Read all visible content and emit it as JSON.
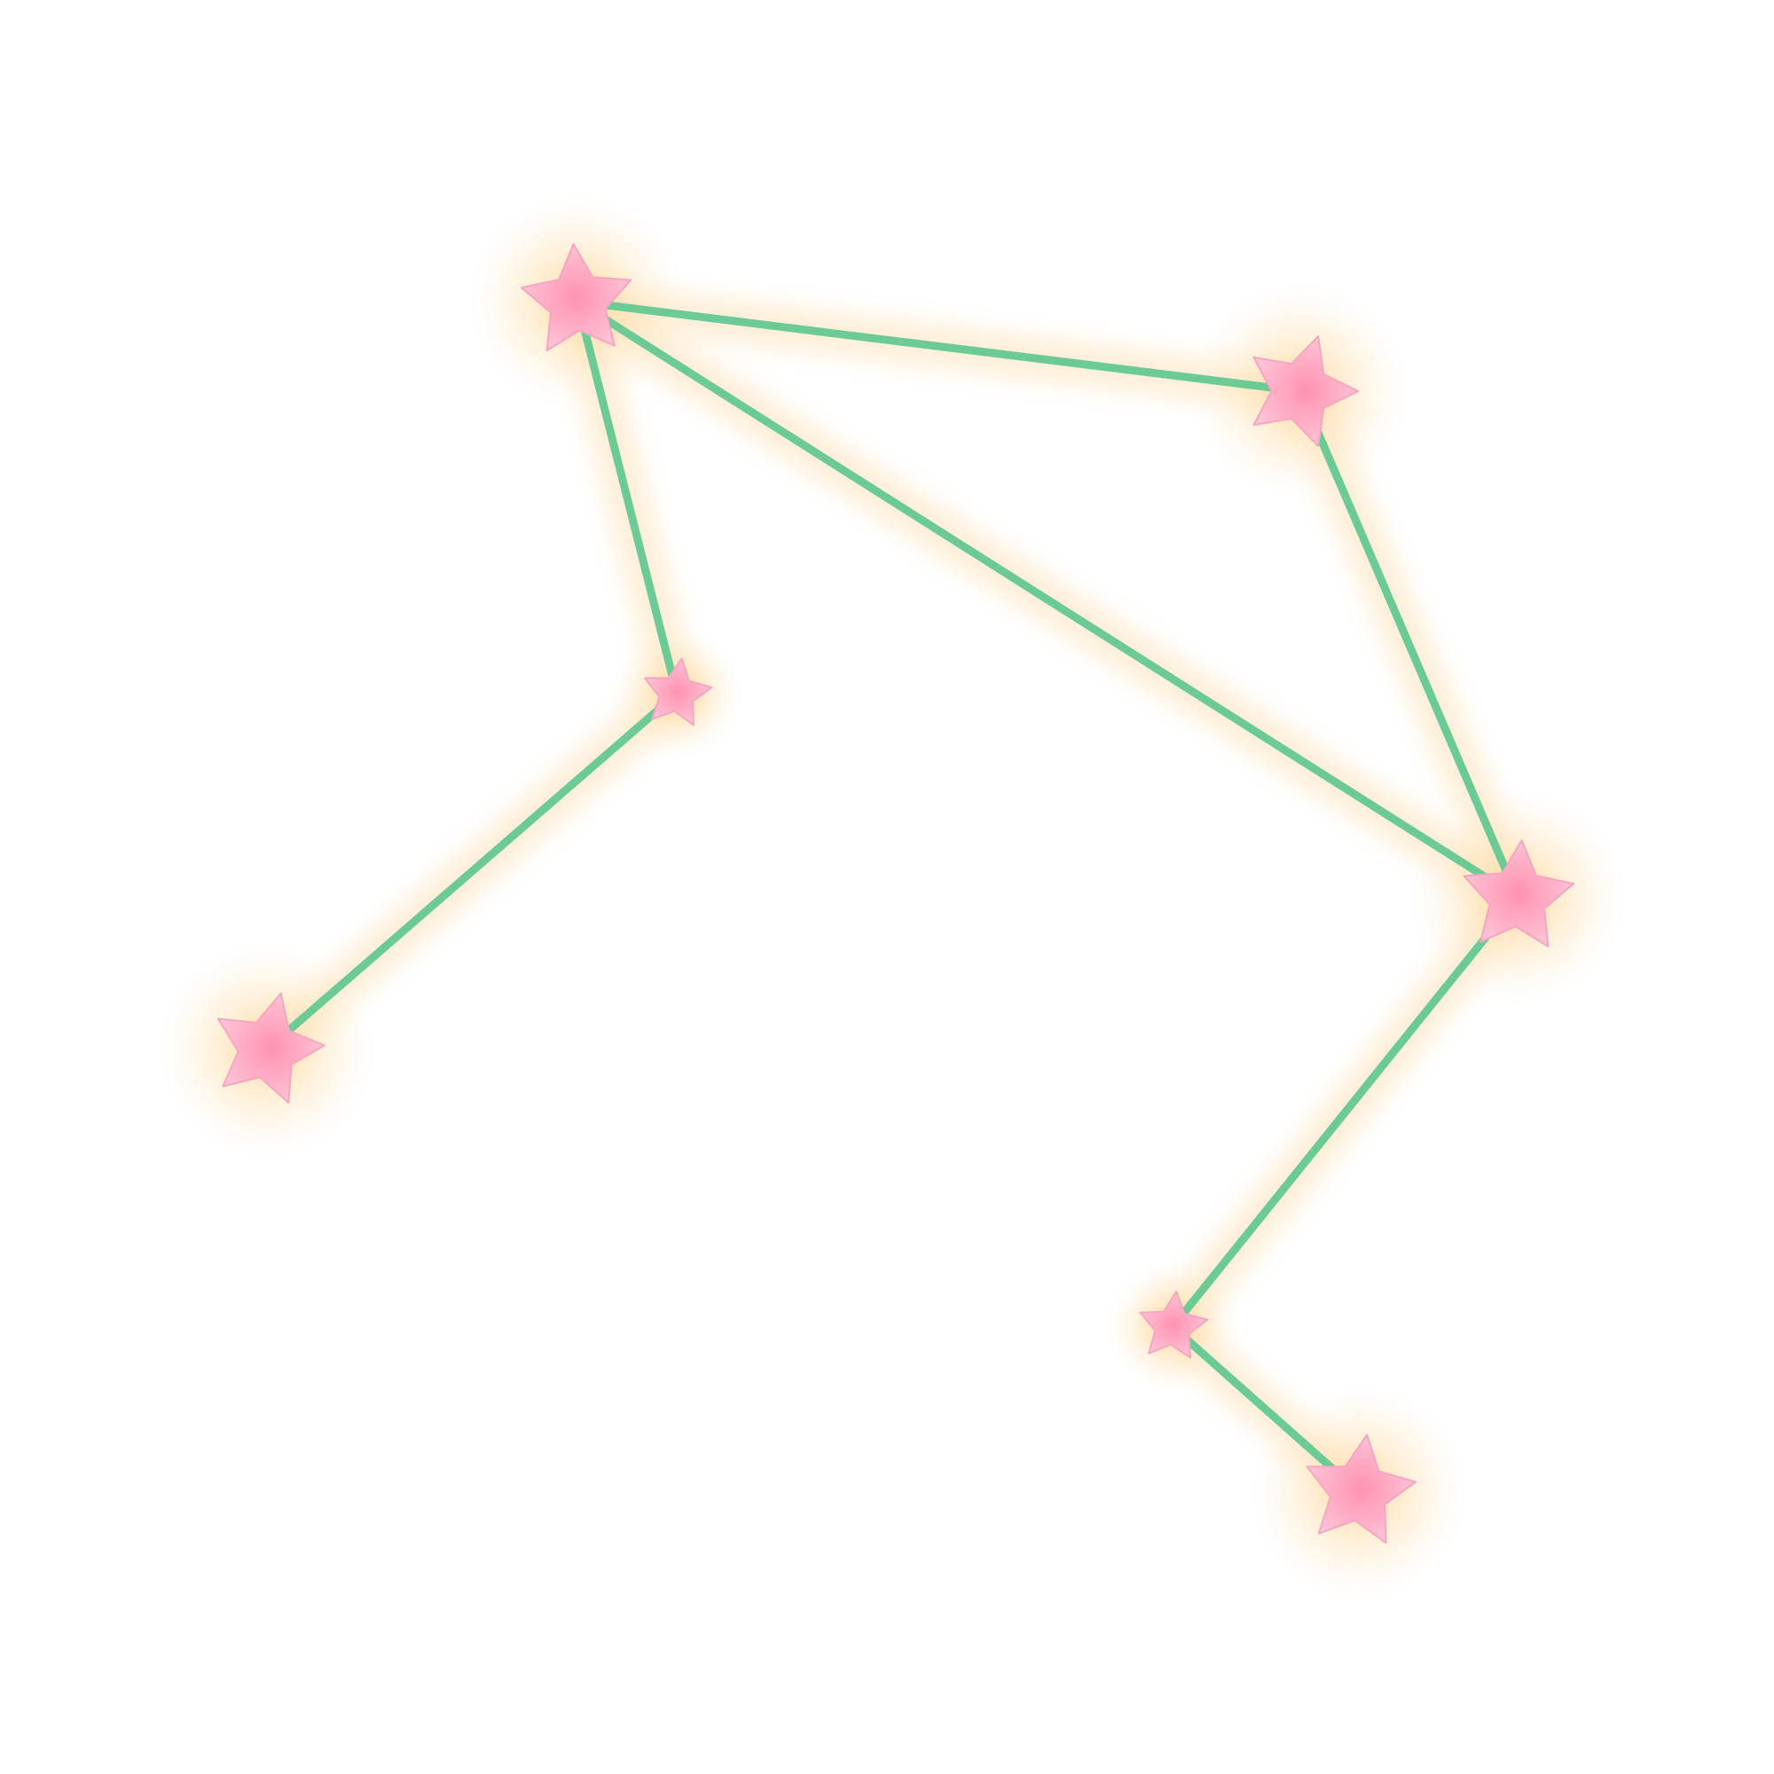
{
  "diagram": {
    "type": "constellation",
    "colors": {
      "background": "#ffffff",
      "line": "#6ccb95",
      "star_fill_center": "#ff92b1",
      "star_fill_edge": "#ffc2d6",
      "star_stroke": "#f7a6c0",
      "glow": "#ffd9a3"
    },
    "stars": [
      {
        "id": "star-a"
      },
      {
        "id": "star-b"
      },
      {
        "id": "star-c"
      },
      {
        "id": "star-d"
      },
      {
        "id": "star-e"
      },
      {
        "id": "star-f"
      },
      {
        "id": "star-g"
      },
      {
        "id": "star-h"
      }
    ],
    "connections": [
      [
        "star-a",
        "star-b"
      ],
      [
        "star-a",
        "star-c"
      ],
      [
        "star-a",
        "star-e"
      ],
      [
        "star-b",
        "star-e"
      ],
      [
        "star-c",
        "star-d"
      ],
      [
        "star-e",
        "star-f"
      ],
      [
        "star-f",
        "star-g"
      ]
    ]
  }
}
